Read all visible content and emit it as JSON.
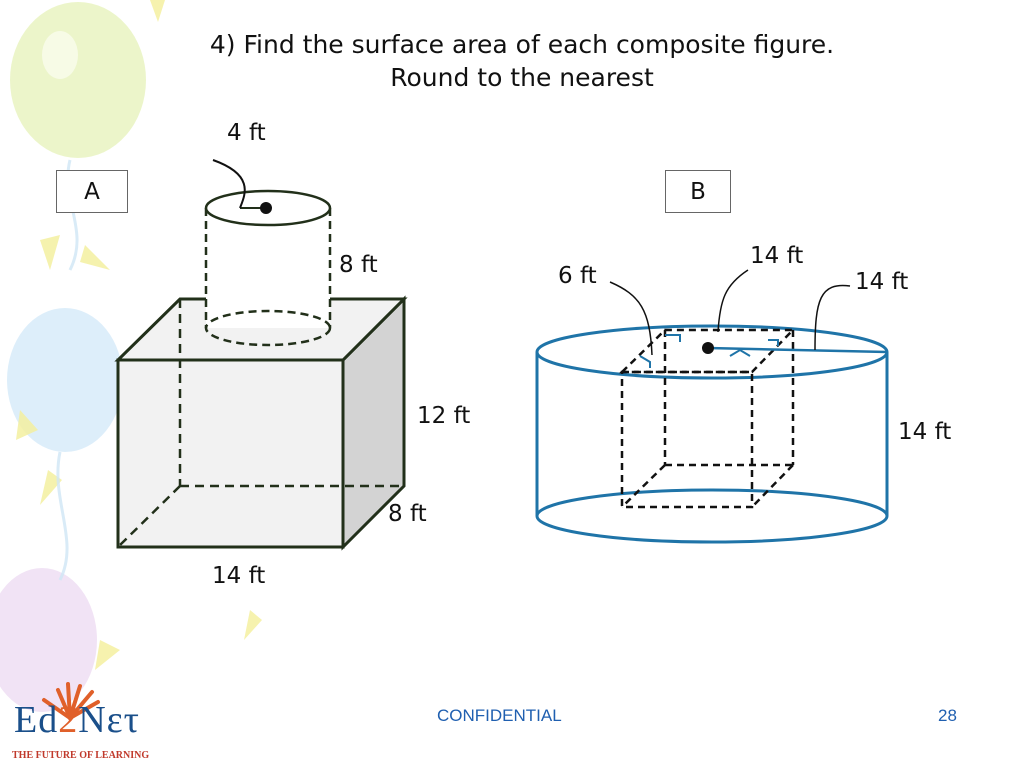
{
  "slide": {
    "title_line1": "4) Find the surface area of each composite figure.",
    "title_line2": "Round to the nearest",
    "footer_center": "CONFIDENTIAL",
    "page_number": "28"
  },
  "figure_a": {
    "label": "A",
    "cylinder_diameter": "4 ft",
    "cylinder_height": "8 ft",
    "prism_height": "12 ft",
    "prism_depth": "8 ft",
    "prism_width": "14 ft"
  },
  "figure_b": {
    "label": "B",
    "cube_edge_label": "6 ft",
    "cube_top_label": "14 ft",
    "cylinder_radius": "14 ft",
    "cylinder_height": "14 ft"
  },
  "logo": {
    "text_part1": "Ed",
    "text_part2": "2",
    "text_part3": "Nετ",
    "tagline": "THE FUTURE OF LEARNING"
  },
  "colors": {
    "cylinder_b": "#1f74a8",
    "prism_front": "#f2f2f2",
    "prism_side": "#d3d3d3",
    "outline_a": "#22301a"
  }
}
